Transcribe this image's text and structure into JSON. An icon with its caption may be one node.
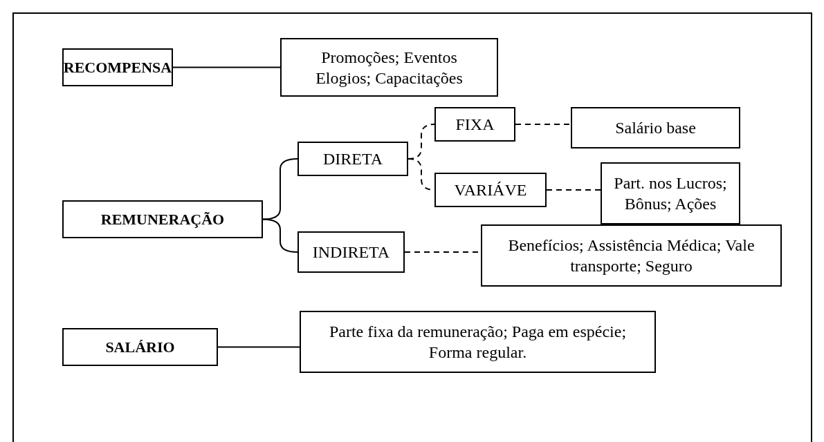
{
  "diagram": {
    "nodes": [
      {
        "text": [
          "RECOMPENSA"
        ]
      },
      {
        "text": [
          "Promoções; Eventos Elogios; Capacitações"
        ]
      },
      {
        "text": [
          "REMUNERAÇÃO"
        ]
      },
      {
        "text": [
          "DIRETA"
        ]
      },
      {
        "text": [
          "FIXA"
        ]
      },
      {
        "text": [
          "Salário base"
        ]
      },
      {
        "text": [
          "VARIÁVE"
        ]
      },
      {
        "text": [
          "Part. nos Lucros; Bônus; Ações"
        ]
      },
      {
        "text": [
          "INDIRETA"
        ]
      },
      {
        "text": [
          "Benefícios; Assistência Médica; Vale transporte; Seguro"
        ]
      },
      {
        "text": [
          "SALÁRIO"
        ]
      },
      {
        "text": [
          "Parte fixa da remuneração; Paga em espécie; Forma regular."
        ]
      }
    ],
    "edges": [
      {
        "from": 0,
        "to": 1,
        "arrow": "none"
      },
      {
        "from": 2,
        "to": 3,
        "arrow": "none"
      },
      {
        "from": 2,
        "to": 8,
        "arrow": "none"
      },
      {
        "from": 3,
        "to": 4,
        "arrow": "none",
        "style": "dashed"
      },
      {
        "from": 3,
        "to": 6,
        "arrow": "none",
        "style": "dashed"
      },
      {
        "from": 4,
        "to": 5,
        "arrow": "none",
        "style": "dashed"
      },
      {
        "from": 6,
        "to": 7,
        "arrow": "none",
        "style": "dashed"
      },
      {
        "from": 8,
        "to": 9,
        "arrow": "none",
        "style": "dashed"
      },
      {
        "from": 10,
        "to": 11,
        "arrow": "none"
      }
    ]
  }
}
